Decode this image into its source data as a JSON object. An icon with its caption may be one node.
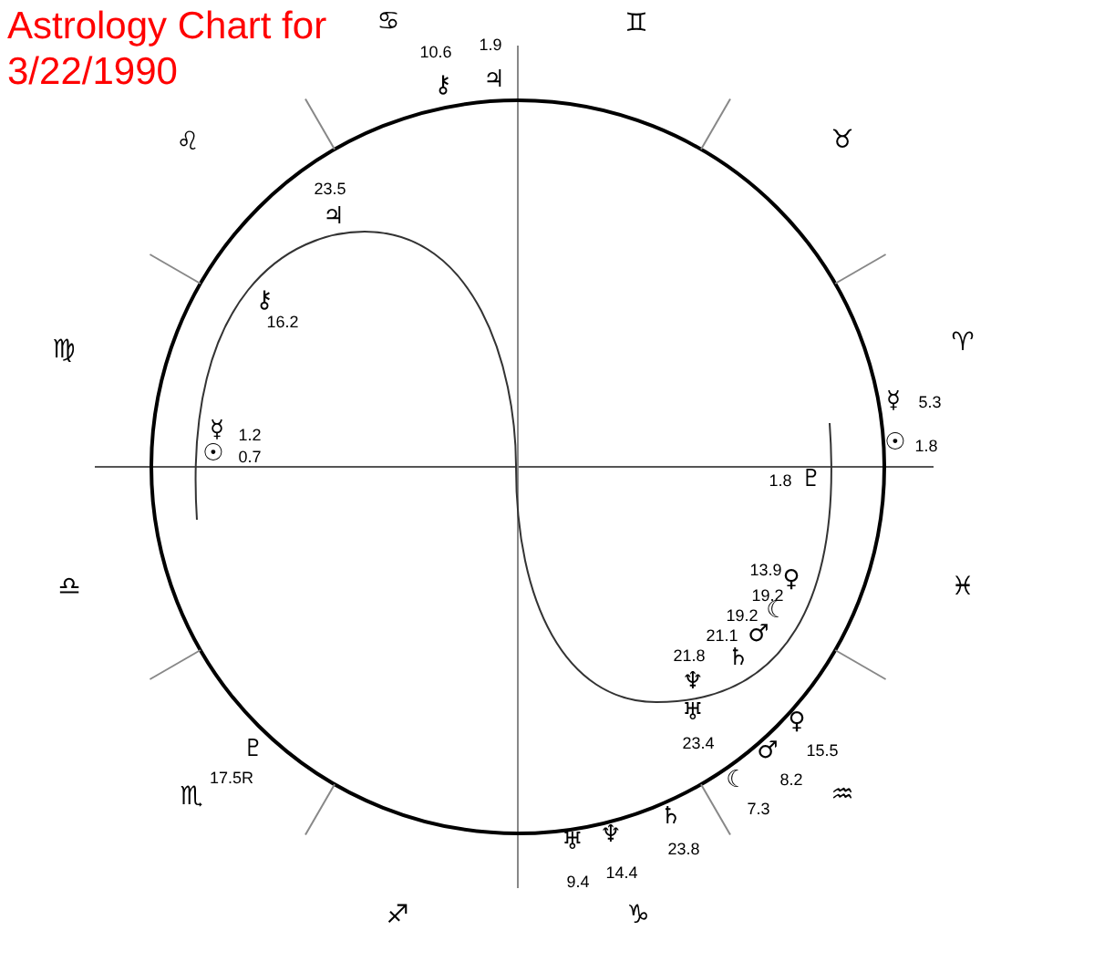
{
  "diagram": {
    "title": "Astrology Chart for 3/22/1990",
    "labels": [
      "♋",
      "♊",
      "1.9",
      "10.6",
      "♃",
      "⚷",
      "♌",
      "♉",
      "23.5",
      "♃",
      "⚷",
      "16.2",
      "♍",
      "♈",
      "☿",
      "1.2",
      "☿",
      "5.3",
      "☉",
      "0.7",
      "☉",
      "1.8",
      "1.8",
      "♇",
      "♓",
      "♎",
      "13.9",
      "♀",
      "19.2",
      "☾",
      "19.2",
      "♂",
      "21.1",
      "♄",
      "21.8",
      "♆",
      "♅",
      "23.4",
      "♇",
      "♀",
      "15.5",
      "17.5R",
      "♏",
      "♂",
      "8.2",
      "☾",
      "7.3",
      "♒",
      "♄",
      "23.8",
      "♅",
      "♆",
      "9.4",
      "14.4",
      "♐",
      "♑"
    ]
  }
}
